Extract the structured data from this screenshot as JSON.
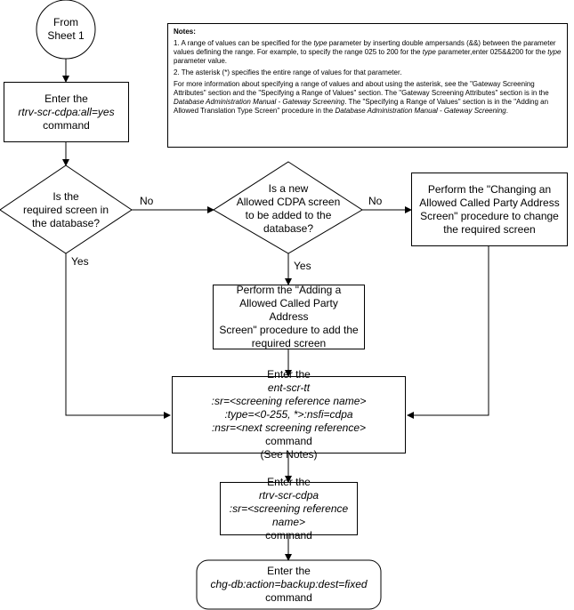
{
  "start": {
    "line1": "From",
    "line2": "Sheet 1"
  },
  "step_retrieve": {
    "line1": "Enter the",
    "command": "rtrv-scr-cdpa:all=yes",
    "line3": "command"
  },
  "decision_in_db": {
    "lines": [
      "Is the",
      "required screen in",
      "the database?"
    ]
  },
  "decision_new": {
    "lines": [
      "Is a new",
      "Allowed CDPA screen",
      "to be added to the",
      "database?"
    ]
  },
  "step_change": {
    "lines": [
      "Perform the \"Changing an",
      "Allowed Called Party Address",
      "Screen\" procedure to change",
      "the required screen"
    ]
  },
  "step_add": {
    "lines": [
      "Perform the \"Adding a",
      "Allowed Called Party Address",
      "Screen\" procedure to add the",
      "required screen"
    ]
  },
  "step_enter_tt": {
    "line1_plain": "Enter the ",
    "line1_cmd": "ent-scr-tt",
    "line2": ":sr=<screening reference name>",
    "line3": ":type=<0-255, *>:nsfi=cdpa",
    "line4_cmd": ":nsr=<next screening reference>",
    "line4_plain": " command",
    "line5": "(See Notes)"
  },
  "step_rtrv_cdpa": {
    "line1_plain": "Enter the ",
    "line1_cmd": "rtrv-scr-cdpa",
    "line2": ":sr=<screening reference",
    "line3_cmd": "name>",
    "line3_plain": "  command"
  },
  "step_backup": {
    "line1": "Enter the",
    "command": "chg-db:action=backup:dest=fixed",
    "line3": "command"
  },
  "labels": {
    "no_1": "No",
    "no_2": "No",
    "yes_1": "Yes",
    "yes_2": "Yes"
  },
  "notes": {
    "title": "Notes:",
    "n1_a": "1. A range of values can be specified for the ",
    "n1_em": "type",
    "n1_b": " parameter by inserting double ampersands (&&) between the parameter values defining the range.  For example, to specify the range 025 to 200 for the ",
    "n1_em2": "type",
    "n1_c": " parameter,enter 025&&200 for the ",
    "n1_em3": "type",
    "n1_d": " parameter value.",
    "n2": "2.  The asterisk (*) specifies the entire range of values for that parameter.",
    "n3_a": "For more information about specifying a range of values and about using the asterisk, see the \"Gateway Screening Attributes\" section and the \"Specifying a Range of Values\" section. The \"Gateway Screening Attributes\" section is in the ",
    "n3_em": "Database Administration Manual - Gateway Screening",
    "n3_b": ". The \"Specifying a Range of Values\" section is in the \"Adding an Allowed Translation Type Screen\" procedure in the ",
    "n3_em2": "Database Administration Manual - Gateway Screening",
    "n3_c": "."
  }
}
